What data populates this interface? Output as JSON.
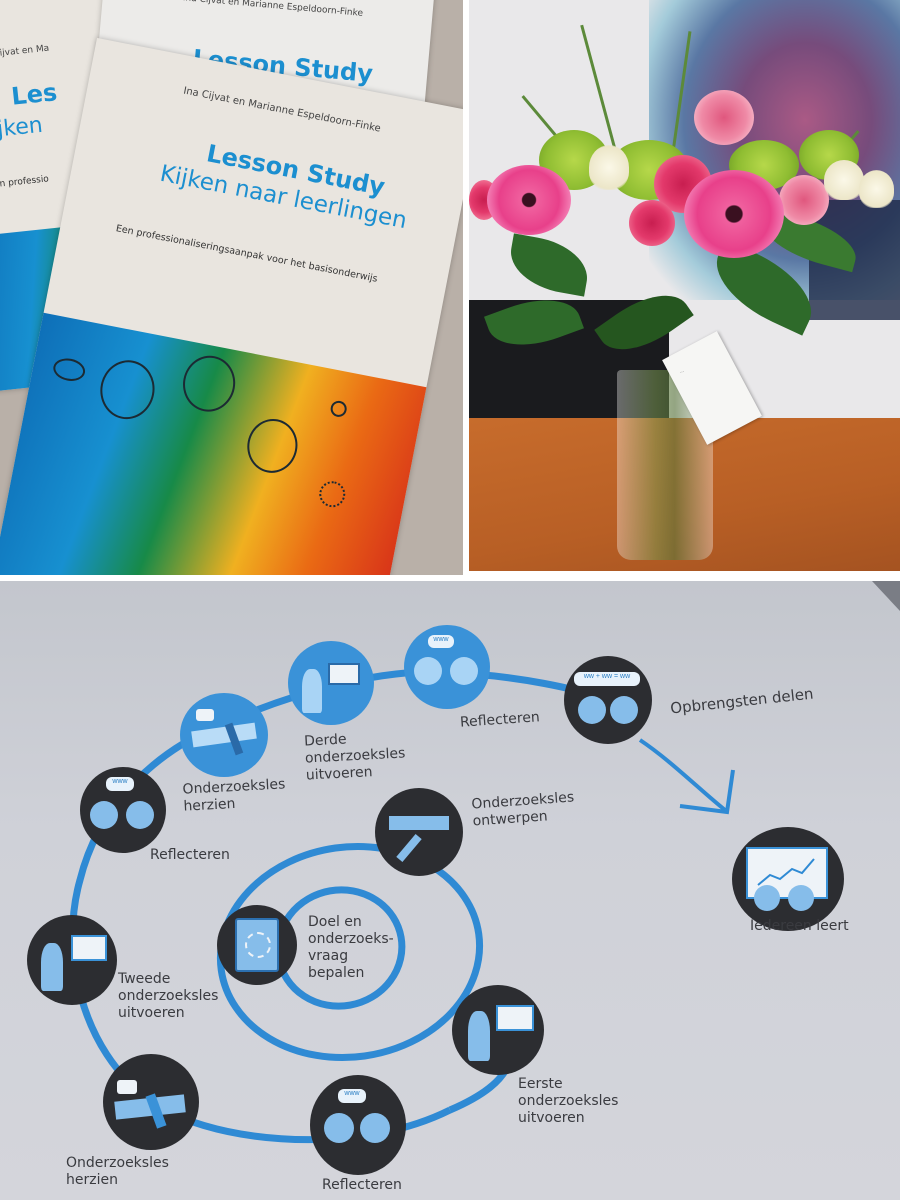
{
  "collage": {
    "panels": [
      {
        "id": "books",
        "description": "Three copies of a book fanned out on a table"
      },
      {
        "id": "flowers",
        "description": "Bouquet of pink gerberas, roses, lisianthus and green chrysanthemums in a glass vase with a card"
      },
      {
        "id": "diagram",
        "description": "Printed Lesson Study cycle diagram"
      }
    ]
  },
  "book": {
    "authors": "Ina Cijvat en Marianne Espeldoorn-Finke",
    "authors_partial": "Ina Cijvat en Ma",
    "title": "Lesson Study",
    "title_partial": "Les",
    "subtitle": "Kijken naar leerlingen",
    "subtitle_partial": "Kijken",
    "tagline": "Een professionaliseringsaanpak voor het basisonderwijs",
    "tagline_partial": "Een professio",
    "colors": {
      "title": "#1c8fd0",
      "cover_blue": "#1790d0",
      "cover_green": "#178a48",
      "cover_yellow": "#f0b020",
      "cover_orange": "#ea6a14",
      "cover_red": "#d52b1a"
    }
  },
  "flowers": {
    "card_text": "...",
    "colors": {
      "gerbera": "#e8408a",
      "rose": "#e3396b",
      "chrysanthemum": "#8fbd32",
      "table": "#b85f25"
    }
  },
  "diagram": {
    "colors": {
      "line": "#2f8ad4",
      "dark_node": "#2c2d31",
      "blue_node": "#3a92d8",
      "icon": "#86bdea",
      "text": "#3a3b40"
    },
    "center": {
      "label_lines": [
        "Doel en",
        "onderzoeks-",
        "vraag",
        "bepalen"
      ],
      "icon": "book-compass-icon"
    },
    "nodes": [
      {
        "id": "ontwerpen",
        "label_lines": [
          "Onderzoeksles",
          "ontwerpen"
        ],
        "icon": "ruler-pencil-icon",
        "style": "dark"
      },
      {
        "id": "eerste",
        "label_lines": [
          "Eerste",
          "onderzoeksles",
          "uitvoeren"
        ],
        "icon": "teacher-board-icon",
        "style": "dark"
      },
      {
        "id": "reflecteren1",
        "label_lines": [
          "Reflecteren"
        ],
        "icon": "two-faces-speech-icon",
        "style": "dark"
      },
      {
        "id": "herzien1",
        "label_lines": [
          "Onderzoeksles",
          "herzien"
        ],
        "icon": "ruler-pencil-note-icon",
        "style": "dark"
      },
      {
        "id": "tweede",
        "label_lines": [
          "Tweede",
          "onderzoeksles",
          "uitvoeren"
        ],
        "icon": "teacher-board-icon",
        "style": "dark"
      },
      {
        "id": "reflecteren2",
        "label_lines": [
          "Reflecteren"
        ],
        "icon": "two-faces-speech-icon",
        "style": "dark"
      },
      {
        "id": "herzien2",
        "label_lines": [
          "Onderzoeksles",
          "herzien"
        ],
        "icon": "ruler-pencil-note-icon",
        "style": "blue"
      },
      {
        "id": "derde",
        "label_lines": [
          "Derde",
          "onderzoeksles",
          "uitvoeren"
        ],
        "icon": "teacher-board-icon",
        "style": "blue"
      },
      {
        "id": "reflecteren3",
        "label_lines": [
          "Reflecteren"
        ],
        "icon": "two-faces-speech-icon",
        "style": "blue"
      },
      {
        "id": "delen",
        "label_lines": [
          "Opbrengsten delen"
        ],
        "icon": "two-faces-conversation-icon",
        "style": "dark"
      },
      {
        "id": "leert",
        "label_lines": [
          "Iedereen leert"
        ],
        "icon": "growth-chart-faces-icon",
        "style": "dark"
      }
    ],
    "speech_scribble": "www",
    "conversation_scribble": "ww + ww = ww"
  }
}
